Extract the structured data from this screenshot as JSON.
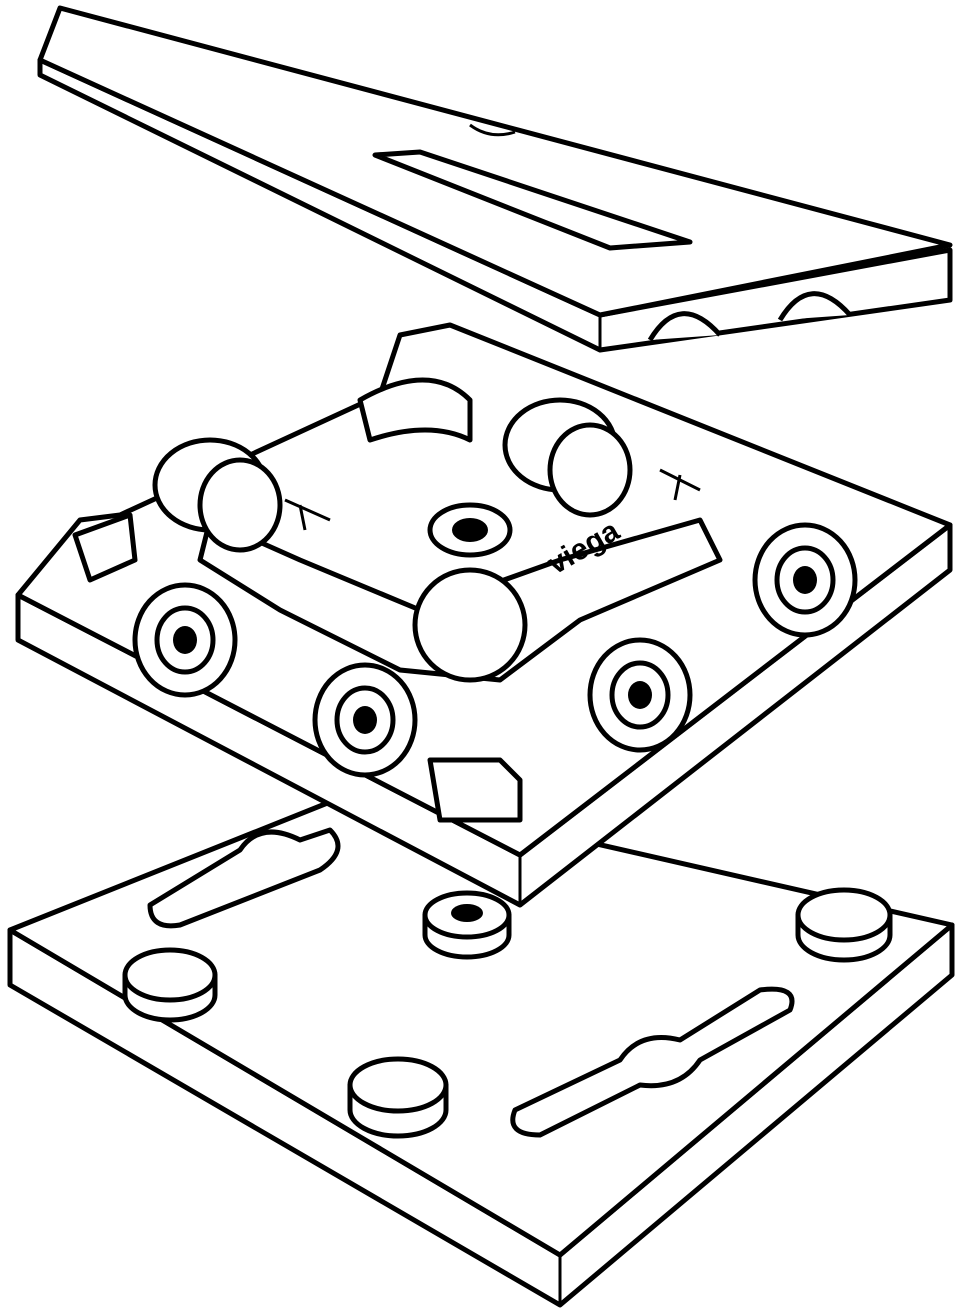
{
  "drawing": {
    "logo_text": "viega",
    "parts": [
      "cover-lid",
      "fitting-housing",
      "mounting-base-plate"
    ],
    "colors": {
      "line": "#000000",
      "background": "#ffffff"
    }
  }
}
